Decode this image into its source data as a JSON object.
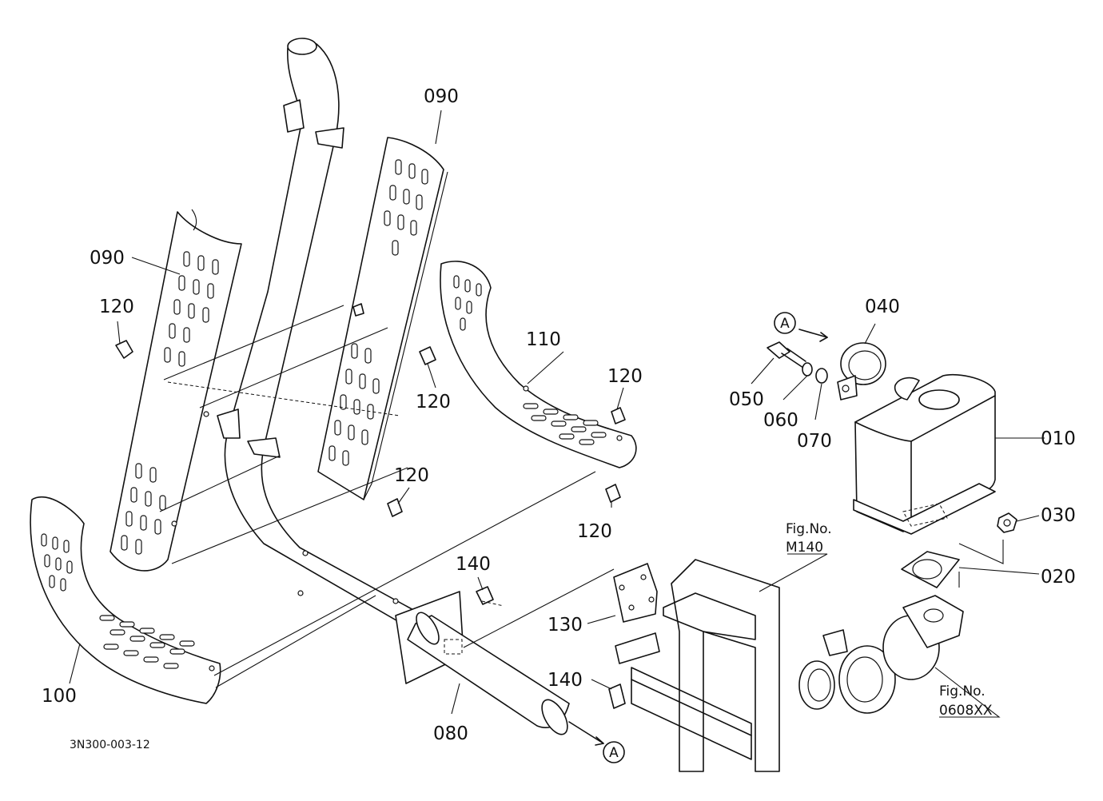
{
  "diagram": {
    "code": "3N300-003-12",
    "view_marker": "A",
    "labels": {
      "p010": "010",
      "p020": "020",
      "p030": "030",
      "p040": "040",
      "p050": "050",
      "p060": "060",
      "p070": "070",
      "p080": "080",
      "p090a": "090",
      "p090b": "090",
      "p100": "100",
      "p110": "110",
      "p120a": "120",
      "p120b": "120",
      "p120c": "120",
      "p120d": "120",
      "p120e": "120",
      "p130": "130",
      "p140a": "140",
      "p140b": "140"
    },
    "refs": {
      "fig_label": "Fig.No.",
      "frame_fig": "M140",
      "turbo_fig": "0608XX"
    }
  }
}
